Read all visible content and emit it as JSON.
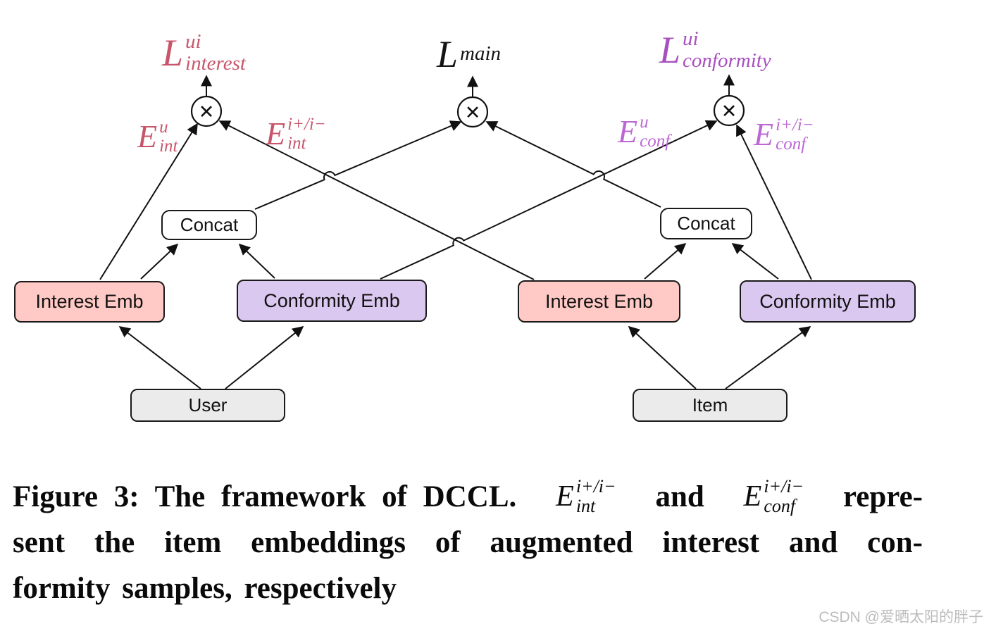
{
  "diagram": {
    "operator": "✕",
    "losses": {
      "interest": {
        "base": "L",
        "sup": "ui",
        "sub": "interest"
      },
      "main": {
        "base": "L",
        "sup": "",
        "sub": "main"
      },
      "conformity": {
        "base": "L",
        "sup": "ui",
        "sub": "conformity"
      }
    },
    "embeddings": {
      "e_int_u": {
        "base": "E",
        "sup": "u",
        "sub": "int"
      },
      "e_int_i": {
        "base": "E",
        "sup": "i+/i−",
        "sub": "int"
      },
      "e_conf_u": {
        "base": "E",
        "sup": "u",
        "sub": "conf"
      },
      "e_conf_i": {
        "base": "E",
        "sup": "i+/i−",
        "sub": "conf"
      }
    },
    "nodes": {
      "interest_emb_left": "Interest Emb",
      "conformity_emb_left": "Conformity Emb",
      "interest_emb_right": "Interest Emb",
      "conformity_emb_right": "Conformity Emb",
      "concat_left": "Concat",
      "concat_right": "Concat",
      "user": "User",
      "item": "Item"
    },
    "colors": {
      "interest_fill": "#ffc9c5",
      "conformity_fill": "#dbc8f0",
      "io_fill": "#ebebeb",
      "loss_interest": "#c8566b",
      "loss_conformity": "#a84fbf",
      "e_conf_label": "#bb68d4",
      "line": "#111111"
    }
  },
  "caption": {
    "line1": {
      "prefix": "Figure 3: The framework of DCCL.",
      "math_int": {
        "base": "E",
        "sup": "i+/i−",
        "sub": "int"
      },
      "mid": "and",
      "math_conf": {
        "base": "E",
        "sup": "i+/i−",
        "sub": "conf"
      },
      "suffix": "repre-"
    },
    "line2": "sent the item embeddings of augmented interest and con-",
    "line3": "formity samples, respectively"
  },
  "watermark": "CSDN @爱晒太阳的胖子"
}
